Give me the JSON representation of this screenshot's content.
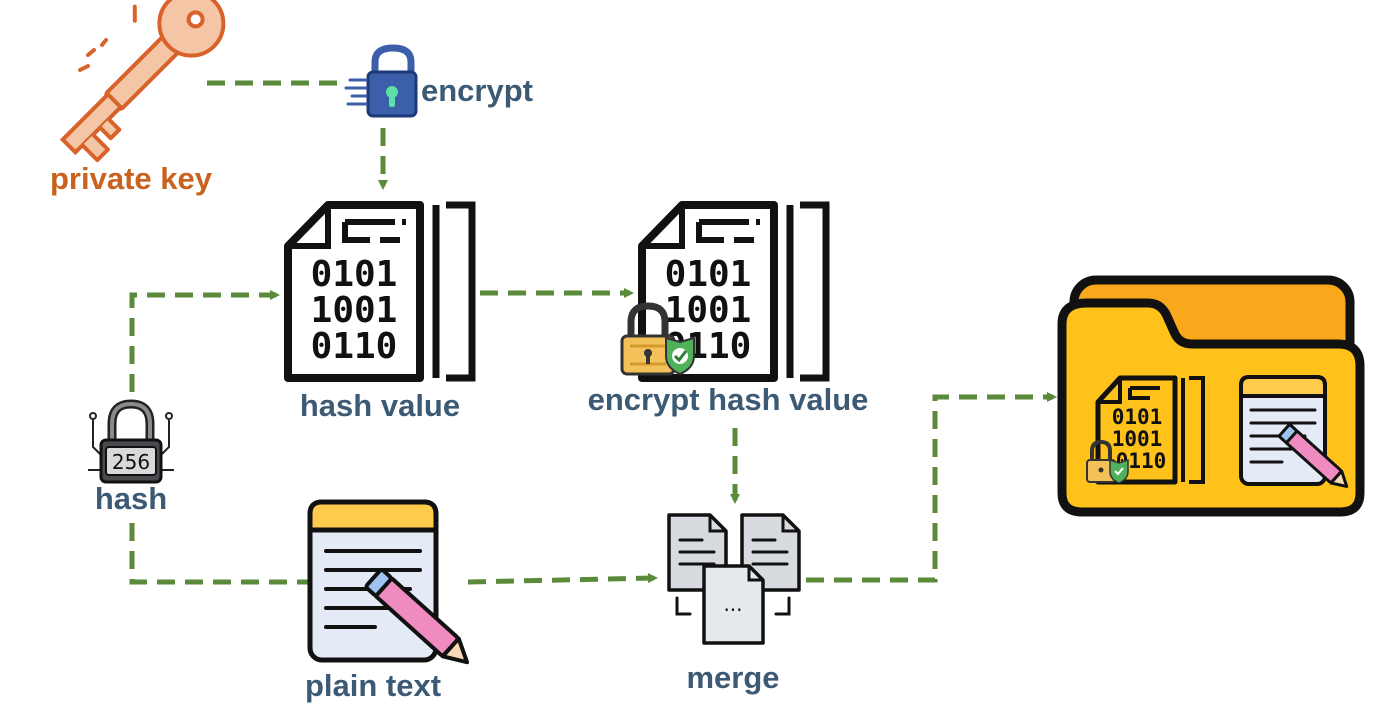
{
  "labels": {
    "private_key": "private key",
    "encrypt": "encrypt",
    "hash_value": "hash value",
    "encrypt_hash_value": "encrypt hash value",
    "hash": "hash",
    "hash_badge": "256",
    "plain_text": "plain text",
    "merge": "merge",
    "binary_row1": "0101",
    "binary_row2": "1001",
    "binary_row3": "0110",
    "merge_dots": "..."
  },
  "colors": {
    "connector": "#5a8a3a",
    "label_blue": "#3d5a75",
    "label_orange": "#c8621e",
    "folder": "#ffc21a",
    "folder_back": "#f9a71b",
    "outline": "#111111",
    "lock_blue": "#3b5fa8",
    "lock_gold": "#f2c15a",
    "shield_green": "#4fb25a",
    "paper": "#e4ebf6",
    "pencil_pink": "#f08bc2",
    "key_peach": "#f4c6a6",
    "key_orange": "#d8622a",
    "hash_lock_body": "#4a4a4f"
  },
  "icons": [
    "key-icon",
    "padlock-icon",
    "binary-document-icon",
    "locked-binary-document-icon",
    "hash-lock-icon",
    "notepad-pencil-icon",
    "merge-files-icon",
    "folder-icon"
  ]
}
